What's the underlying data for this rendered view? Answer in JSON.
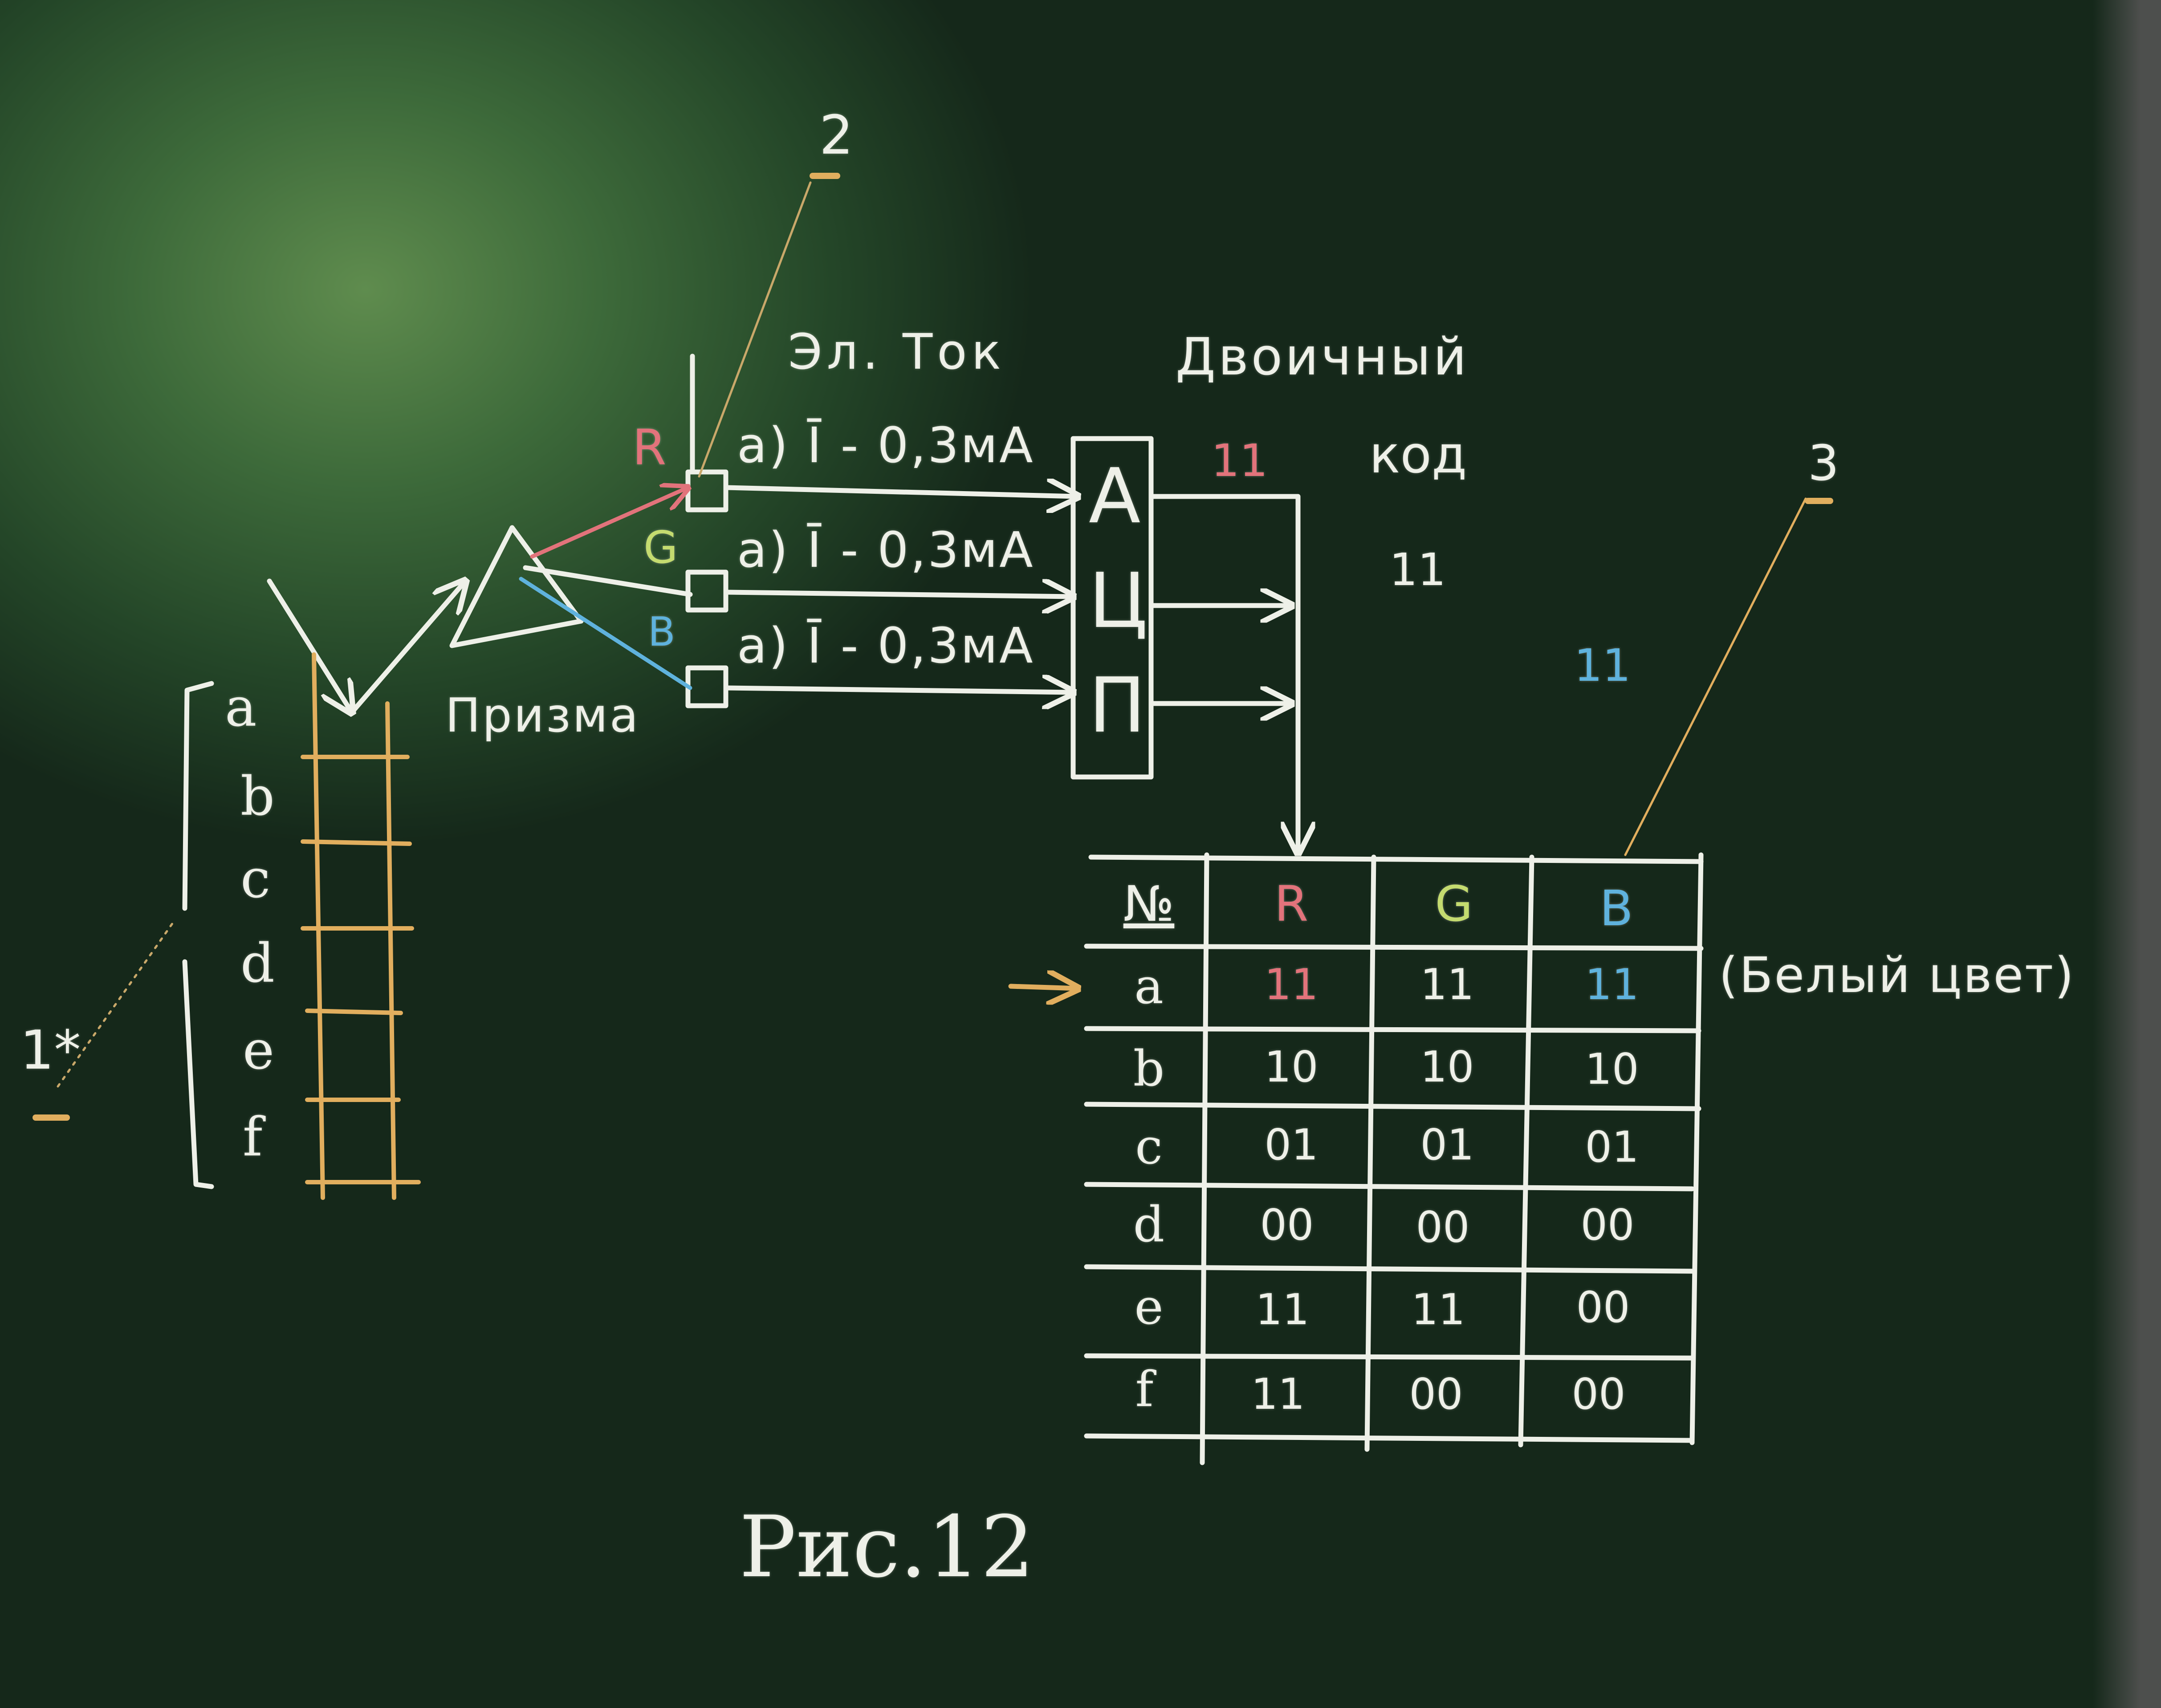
{
  "colors": {
    "board": "#2b4d2f",
    "chalk_white": "#eef0e8",
    "chalk_red": "#e2737b",
    "chalk_green": "#c4db6f",
    "chalk_blue": "#5fb2dd",
    "chalk_yellow": "#e1ae5e",
    "chalk_tan": "#c9a86a"
  },
  "callouts": {
    "c1": "1*",
    "c2": "2",
    "c3": "3"
  },
  "headings": {
    "current": "Эл. Ток",
    "binary_line1": "Двоичный",
    "binary_line2": "код"
  },
  "channels": [
    {
      "label": "R",
      "current": "а) Ī - 0,3мА",
      "code": "11"
    },
    {
      "label": "G",
      "current": "а) Ī - 0,3мА",
      "code": "11"
    },
    {
      "label": "B",
      "current": "а) Ī - 0,3мА",
      "code": "11"
    }
  ],
  "adc": {
    "letters": [
      "А",
      "Ц",
      "П"
    ]
  },
  "prism_label": "Призма",
  "ladder_labels": [
    "a",
    "b",
    "c",
    "d",
    "e",
    "f"
  ],
  "table": {
    "headers": [
      "№",
      "R",
      "G",
      "B"
    ],
    "rows": [
      [
        "a",
        "11",
        "11",
        "11"
      ],
      [
        "b",
        "10",
        "10",
        "10"
      ],
      [
        "c",
        "01",
        "01",
        "01"
      ],
      [
        "d",
        "00",
        "00",
        "00"
      ],
      [
        "e",
        "11",
        "11",
        "00"
      ],
      [
        "f",
        "11",
        "00",
        "00"
      ]
    ],
    "note": "(Белый цвет)"
  },
  "caption": "Рис.12",
  "icons": [
    "prism-icon",
    "arrow-icon",
    "photodiode-icon"
  ]
}
